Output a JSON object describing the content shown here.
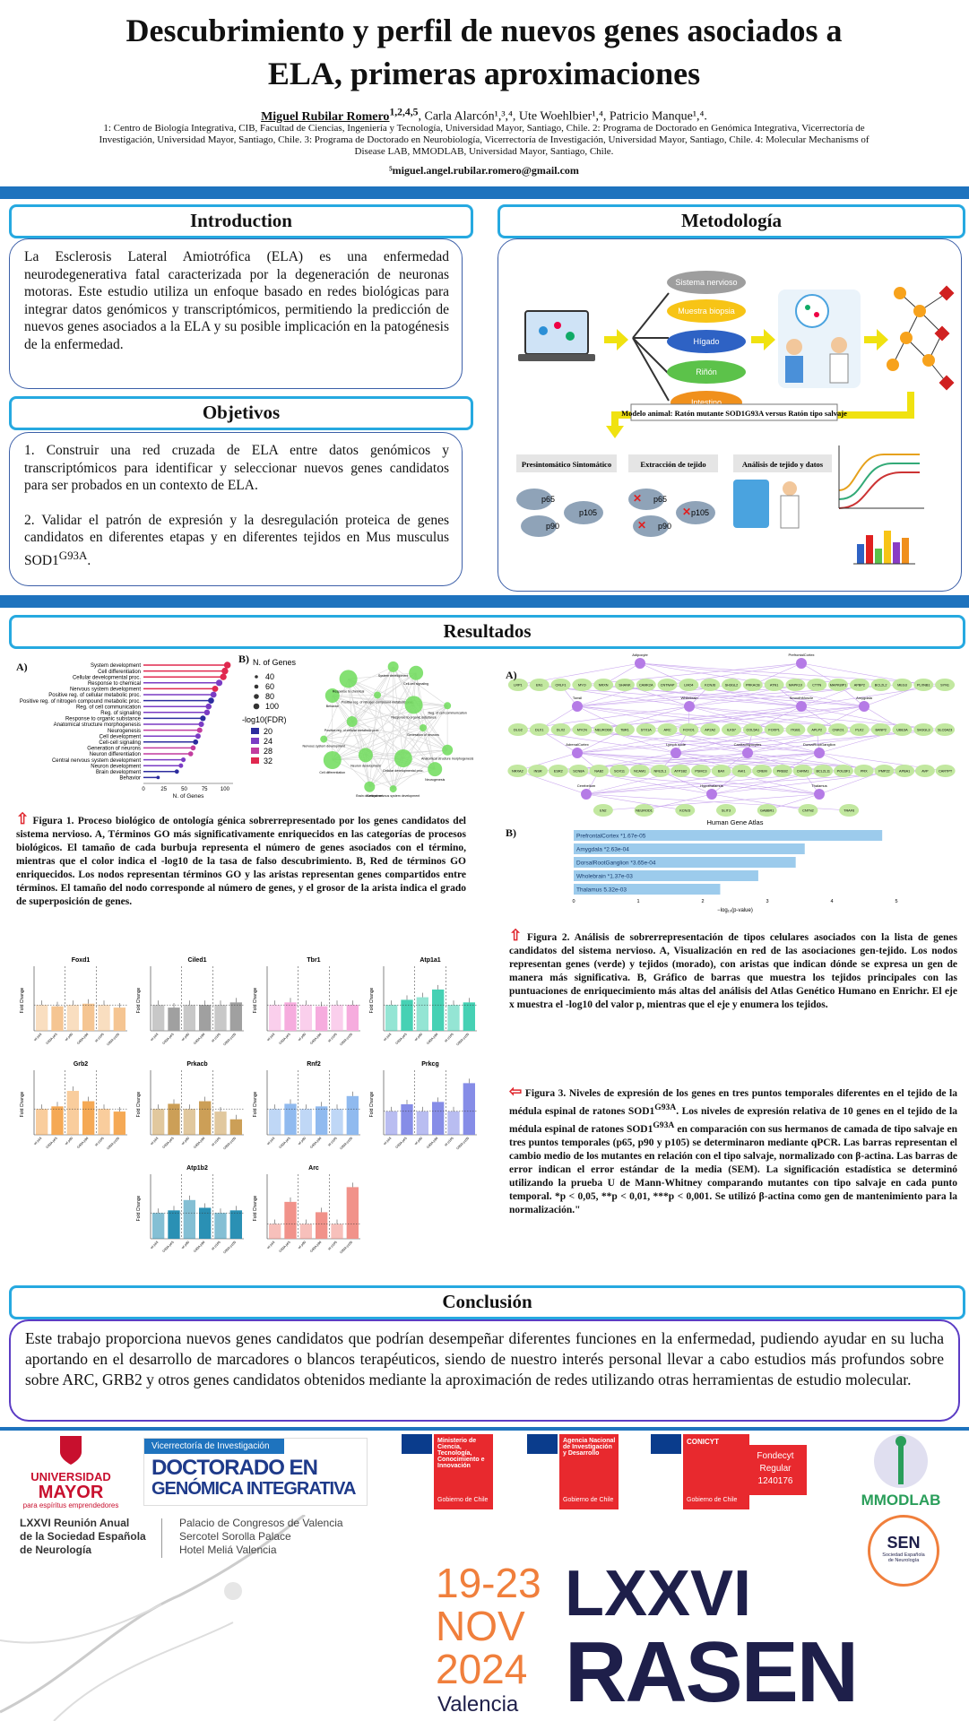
{
  "header": {
    "title_line1": "Descubrimiento y perfil de nuevos genes asociados a",
    "title_line2": "ELA, primeras aproximaciones",
    "lead_author": "Miguel Rubilar Romero",
    "lead_author_sup": "1,2,4,5",
    "other_authors": ", Carla Alarcón¹,³,⁴, Ute Woehlbier¹,⁴, Patricio Manque¹,⁴.",
    "affiliations": "1: Centro de Biología Integrativa, CIB, Facultad de Ciencias, Ingeniería y Tecnología, Universidad Mayor, Santiago, Chile. 2: Programa de Doctorado en Genómica Integrativa, Vicerrectoría de Investigación, Universidad Mayor, Santiago, Chile. 3: Programa de Doctorado en Neurobiología, Vicerrectoría de Investigación, Universidad Mayor, Santiago, Chile. 4: Molecular Mechanisms of Disease LAB, MMODLAB, Universidad Mayor, Santiago, Chile.",
    "email": "⁵miguel.angel.rubilar.romero@gmail.com"
  },
  "introduction": {
    "heading": "Introduction",
    "text": "La Esclerosis Lateral Amiotrófica (ELA) es una enfermedad neurodegenerativa fatal caracterizada por la degeneración de neuronas motoras. Este estudio utiliza un enfoque basado en redes biológicas para integrar datos genómicos y transcriptómicos, permitiendo la predicción de nuevos genes asociados a la ELA y su posible implicación en la patogénesis de la enfermedad."
  },
  "objetivos": {
    "heading": "Objetivos",
    "item1": "1. Construir una red cruzada de ELA entre datos genómicos y transcriptómicos para identificar y seleccionar nuevos genes candidatos para ser probados en un contexto de ELA.",
    "item2": "2. Validar el patrón de expresión y la desregulación proteica de genes candidatos en diferentes etapas y en diferentes tejidos en Mus musculus SOD1",
    "item2_sup": "G93A",
    "item2_end": "."
  },
  "metodologia": {
    "heading": "Metodología",
    "bubbles": [
      "Sistema nervioso",
      "Muestra biopsia",
      "Hígado",
      "Riñón",
      "Intestino"
    ],
    "model_label": "Modelo animal: Ratón mutante SOD1G93A versus Ratón tipo salvaje",
    "step1": "Presintomático Sintomático",
    "step2": "Extracción de tejido",
    "step3": "Análisis de tejido y datos",
    "mice": [
      "p65",
      "p90",
      "p105"
    ]
  },
  "resultados": {
    "heading": "Resultados",
    "panel_a": "A)",
    "panel_b": "B)",
    "fig1_caption": "Figura 1. Proceso biológico de ontología génica sobrerrepresentado por los genes candidatos del sistema nervioso. A, Términos GO más significativamente enriquecidos en las categorías de procesos biológicos. El tamaño de cada burbuja representa el número de genes asociados con el término, mientras que el color indica el -log10 de la tasa de falso descubrimiento. B, Red de términos GO enriquecidos. Los nodos representan términos GO y las aristas representan genes compartidos entre términos. El tamaño del nodo corresponde al número de genes, y el grosor de la arista indica el grado de superposición de genes.",
    "fig2_caption": "Figura 2. Análisis de sobrerrepresentación de tipos celulares asociados con la lista de genes candidatos del sistema nervioso. A, Visualización en red de las asociaciones gen-tejido. Los nodos representan genes (verde) y tejidos (morado), con aristas que indican dónde se expresa un gen de manera más significativa. B, Gráfico de barras que muestra los tejidos principales con las puntuaciones de enriquecimiento más altas del análisis del Atlas Genético Humano en Enrichr. El eje x muestra el -log10 del valor p, mientras que el eje y enumera los tejidos.",
    "fig3_caption_a": "Figura 3. Niveles de expresión de los genes en tres puntos temporales diferentes en el tejido de la médula espinal de ratones SOD1",
    "fig3_caption_b": ". Los niveles de expresión relativa de 10 genes en el tejido de la médula espinal de ratones SOD1",
    "fig3_caption_c": " en comparación con sus hermanos de camada de tipo salvaje en tres puntos temporales (p65, p90 y p105) se determinaron mediante qPCR. Las barras representan el cambio medio de los mutantes en relación con el tipo salvaje, normalizado con β-actina. Las barras de error indican el error estándar de la media (SEM). La significación estadística se determinó utilizando la prueba U de Mann-Whitney comparando mutantes con tipo salvaje en cada punto temporal. *p < 0,05, **p < 0,01, ***p < 0,001. Se utilizó β-actina como gen de mantenimiento para la normalización.\"",
    "g93a": "G93A",
    "go_terms": [
      "System development",
      "Cell differentiation",
      "Cellular developmental proc.",
      "Response to chemical",
      "Nervous system development",
      "Positive reg. of cellular metabolic proc.",
      "Positive reg. of nitrogen compound metabolic proc.",
      "Reg. of cell communication",
      "Reg. of signaling",
      "Response to organic substance",
      "Anatomical structure morphogenesis",
      "Neurogenesis",
      "Cell development",
      "Cell-cell signaling",
      "Generation of neurons",
      "Neuron differentiation",
      "Central nervous system development",
      "Neuron development",
      "Brain development",
      "Behavior"
    ],
    "go_xlabel": "N. of Genes",
    "go_legend_size_title": "N. of Genes",
    "go_legend_sizes": [
      "40",
      "60",
      "80",
      "100"
    ],
    "go_legend_color_title": "-log10(FDR)",
    "go_legend_colors": [
      "20",
      "24",
      "28",
      "32"
    ],
    "go_ticks": [
      "0",
      "25",
      "50",
      "75",
      "100"
    ],
    "net_labels": [
      "Generation of neurons",
      "Anatomical structure morphogenesis",
      "Neurogenesis",
      "Cellular developmental proc.",
      "Central nervous system development",
      "Brain development",
      "Neuron development",
      "Cell differentiation",
      "Nervous system development",
      "Positive reg. of cellular metabolic proc.",
      "Behavior",
      "Response to chemical",
      "Positive reg. of nitrogen compound metabolic proc.",
      "System development",
      "Cell-cell signaling",
      "Response to organic substance",
      "Reg. of cell communication"
    ],
    "tissues": [
      "Adipocyte",
      "PrefrontalCortex",
      "Tonsil",
      "Whitebrain",
      "SmoothMuscle",
      "Amygdala",
      "AdrenalCortex",
      "Lymph node",
      "CardiacMyocytes",
      "DorsalRootGanglion",
      "Cerebellum",
      "Hypothalamus",
      "Thalamus"
    ],
    "genes_row1": [
      "LRP1",
      "EN1",
      "CRLF1",
      "MYO",
      "NRXN",
      "SHANK",
      "CAMK2A",
      "CNTNAP",
      "LMO4",
      "KCNJ6",
      "SH3GL2",
      "PRKACB",
      "ATN1",
      "MAPK10",
      "CTTN",
      "MAPK8IP1",
      "APBP2",
      "BCL2L2",
      "MEG3",
      "PLXNB1",
      "SYN1"
    ],
    "genes_row2": [
      "DLG2",
      "DLX1",
      "DLX2",
      "MYCN",
      "NEUROD6",
      "TBR1",
      "STX1A",
      "ARC",
      "FOXO1",
      "AP2A2",
      "ILK67",
      "COL5A1",
      "FOXP1",
      "ITGB1",
      "APLP2",
      "CNKO1",
      "PLK2",
      "BANP2",
      "UBE3A",
      "SH3GL3",
      "SLC6A23"
    ],
    "genes_row3": [
      "NRXA2",
      "INSR",
      "ESR2",
      "SCN8A",
      "NAB2",
      "SOX11",
      "NCAM1",
      "NFE2L1",
      "ATP1B2",
      "PSMC3",
      "BAX",
      "AHI1",
      "CREM",
      "PREB2",
      "CHRM1",
      "BCL2L11",
      "POU3F1",
      "PRX",
      "PMP22",
      "APBA1",
      "AVP",
      "CARTPT"
    ],
    "genes_row4": [
      "EN2",
      "NEUROD1",
      "KCNJ3",
      "SLIT3",
      "GABBR1",
      "CNTN2",
      "TRAF6"
    ],
    "hga_title": "Human Gene Atlas",
    "hga_xlabel": "−log₁₀(p-value)",
    "hga_ticks": [
      "0",
      "1",
      "2",
      "3",
      "4",
      "5"
    ],
    "hga_labels": [
      "PrefrontalCortex  *1.67e-05",
      "Amygdala  *2.63e-04",
      "DorsalRootGanglion  *3.65e-04",
      "Wholebrain  *1.37e-03",
      "Thalamus  5.32e-03"
    ],
    "qpcr_ylabel": "Fold Change",
    "qpcr_xticks": [
      "wt p65",
      "G93A p65",
      "wt p90",
      "G93A p90",
      "wt p105",
      "G93A p105"
    ]
  },
  "chart_data": [
    {
      "type": "bar",
      "title": "",
      "xlabel": "N. of Genes",
      "ylabel": "",
      "categories": [
        "System development",
        "Cell differentiation",
        "Cellular developmental proc.",
        "Response to chemical",
        "Nervous system development",
        "Positive reg. of cellular metabolic proc.",
        "Positive reg. of nitrogen compound metabolic proc.",
        "Reg. of cell communication",
        "Reg. of signaling",
        "Response to organic substance",
        "Anatomical structure morphogenesis",
        "Neurogenesis",
        "Cell development",
        "Cell-cell signaling",
        "Generation of neurons",
        "Neuron differentiation",
        "Central nervous system development",
        "Neuron development",
        "Brain development",
        "Behavior"
      ],
      "values": [
        103,
        100,
        98,
        93,
        88,
        86,
        83,
        80,
        78,
        73,
        71,
        69,
        67,
        64,
        61,
        58,
        49,
        46,
        41,
        18
      ],
      "fdr_color_rank": [
        32,
        31,
        30,
        26,
        32,
        24,
        23,
        24,
        24,
        22,
        25,
        28,
        26,
        22,
        28,
        27,
        24,
        25,
        22,
        20
      ],
      "xlim": [
        0,
        110
      ]
    },
    {
      "type": "bar",
      "title": "Human Gene Atlas",
      "xlabel": "−log₁₀(p-value)",
      "categories": [
        "PrefrontalCortex",
        "Amygdala",
        "DorsalRootGanglion",
        "Wholebrain",
        "Thalamus"
      ],
      "values": [
        4.78,
        3.58,
        3.44,
        2.86,
        2.27
      ],
      "xlim": [
        0,
        5
      ]
    },
    {
      "type": "bar",
      "title": "qPCR",
      "ylabel": "Fold Change",
      "categories": [
        "wt p65",
        "G93A p65",
        "wt p90",
        "G93A p90",
        "wt p105",
        "G93A p105"
      ],
      "series": [
        {
          "name": "Foxd1",
          "values": [
            1.0,
            0.95,
            1.0,
            1.05,
            1.0,
            0.9
          ]
        },
        {
          "name": "Ciled1",
          "values": [
            1.0,
            0.9,
            1.0,
            1.0,
            1.0,
            1.1
          ]
        },
        {
          "name": "Tbr1",
          "values": [
            1.0,
            1.1,
            1.0,
            0.95,
            1.0,
            1.0
          ]
        },
        {
          "name": "Atp1a1",
          "values": [
            1.0,
            1.2,
            1.3,
            1.6,
            1.0,
            1.1
          ]
        },
        {
          "name": "Grb2",
          "values": [
            1.0,
            1.1,
            1.7,
            1.3,
            1.0,
            0.9
          ]
        },
        {
          "name": "Prkacb",
          "values": [
            1.0,
            1.2,
            1.0,
            1.3,
            0.9,
            0.6
          ]
        },
        {
          "name": "Rnf2",
          "values": [
            1.0,
            1.2,
            1.0,
            1.1,
            1.0,
            1.5
          ]
        },
        {
          "name": "Prkcg",
          "values": [
            1.0,
            1.3,
            1.0,
            1.4,
            1.0,
            2.2
          ]
        },
        {
          "name": "Atp1b2",
          "values": [
            1.0,
            1.1,
            1.5,
            1.2,
            1.0,
            1.1
          ]
        },
        {
          "name": "Arc",
          "values": [
            1.0,
            2.5,
            1.0,
            1.8,
            1.0,
            3.5
          ]
        }
      ]
    }
  ],
  "conclusion": {
    "heading": "Conclusión",
    "text": "Este trabajo proporciona nuevos genes candidatos que podrían desempeñar diferentes funciones en la enfermedad, pudiendo ayudar en su lucha aportando en el desarrollo de marcadores o blancos terapéuticos, siendo de nuestro interés personal llevar a cabo estudios más profundos sobre sobre ARC, GRB2 y otros genes candidatos obtenidos mediante la aproximación de redes utilizando otras herramientas de estudio molecular."
  },
  "logos": {
    "umayor_1": "UNIVERSIDAD",
    "umayor_2": "MAYOR",
    "umayor_3": "para espíritus emprendedores",
    "doct_top": "Vicerrectoría de Investigación",
    "doct_1": "DOCTORADO EN",
    "doct_2": "GENÓMICA INTEGRATIVA",
    "min1": "Ministerio de Ciencia, Tecnología, Conocimiento e Innovación",
    "min2": "Agencia Nacional de Investigación y Desarrollo",
    "min3": "CONICYT",
    "gob": "Gobierno de Chile",
    "fondecyt": "Fondecyt Regular 1240176",
    "mmodlab": "MMODLAB"
  },
  "footer": {
    "meeting_1": "LXXVI Reunión Anual",
    "meeting_2": "de la Sociedad Española",
    "meeting_3": "de Neurología",
    "venue_1": "Palacio de Congresos de Valencia",
    "venue_2": "Sercotel Sorolla Palace",
    "venue_3": "Hotel Meliá Valencia",
    "dates_1": "19-23",
    "dates_2": "NOV",
    "dates_3": "2024",
    "city": "Valencia",
    "big_1": "LXXVI",
    "big_2": "RASEN",
    "sen": "SEN",
    "sen_sub": "Sociedad Española de Neurología"
  },
  "colors": {
    "accent_blue": "#1e73be",
    "head_border": "#26a9e0",
    "conclusion_border": "#5b3cc4",
    "footer_orange": "#f07f3c",
    "footer_navy": "#1e1f4a"
  }
}
